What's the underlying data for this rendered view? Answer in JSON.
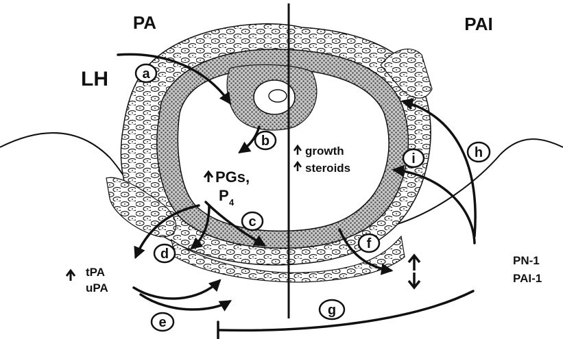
{
  "headers": {
    "left": "PA",
    "right": "PAI"
  },
  "labels": {
    "lh": "LH",
    "pgs": "PGs,",
    "p4_base": "P",
    "p4_sub": "4",
    "growth": "growth",
    "steroids": "steroids",
    "tpa": "tPA",
    "upa": "uPA",
    "pn1": "PN-1",
    "pai1": "PAI-1"
  },
  "steps": {
    "a": "a",
    "b": "b",
    "c": "c",
    "d": "d",
    "e": "e",
    "f": "f",
    "g": "g",
    "h": "h",
    "i": "i"
  },
  "colors": {
    "ink": "#111111",
    "cell_fill": "#ffffff",
    "granulosa": "#cfcfcf",
    "background": "#ffffff"
  },
  "icons": {
    "up_arrow": "up-arrow-icon",
    "down_arrow": "down-arrow-icon"
  }
}
